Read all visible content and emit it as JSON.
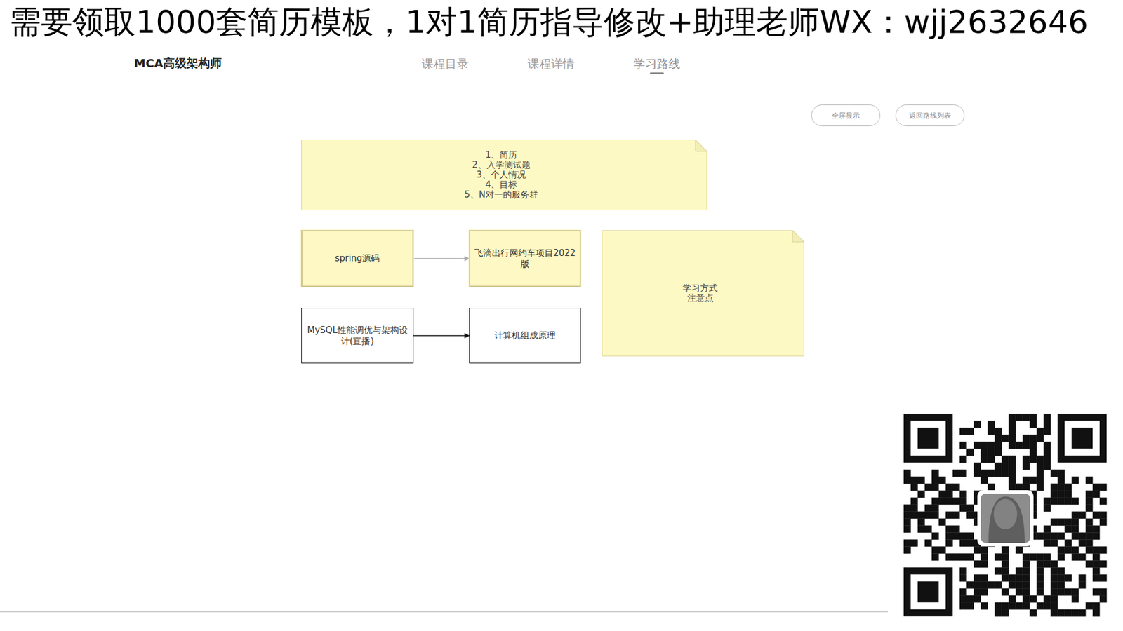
{
  "diagram": {
    "nodes": [
      {
        "text": [
          "全屏显示"
        ]
      },
      {
        "text": [
          "返回路线列表"
        ]
      },
      {
        "text": [
          "1、简历",
          "2、入学测试题",
          "3、个人情况",
          "4、目标",
          "5、N对一的服务群"
        ]
      },
      {
        "text": [
          "spring源码"
        ]
      },
      {
        "text": [
          "飞滴出行网约车项目2022版"
        ]
      },
      {
        "text": [
          "学习方式",
          "注意点"
        ]
      },
      {
        "text": [
          "MySQL性能调优与架构设计(直播)"
        ]
      },
      {
        "text": [
          "计算机组成原理"
        ]
      }
    ],
    "edges": [
      {
        "from": 3,
        "to": 4,
        "arrow": "to"
      },
      {
        "from": 6,
        "to": 7,
        "arrow": "to"
      }
    ],
    "labels": [
      "需要领取1000套简历模板，1对1简历指导修改+助理老师WX：wjj2632646",
      "MCA高级架构师",
      "课程目录",
      "课程详情",
      "学习路线"
    ]
  }
}
